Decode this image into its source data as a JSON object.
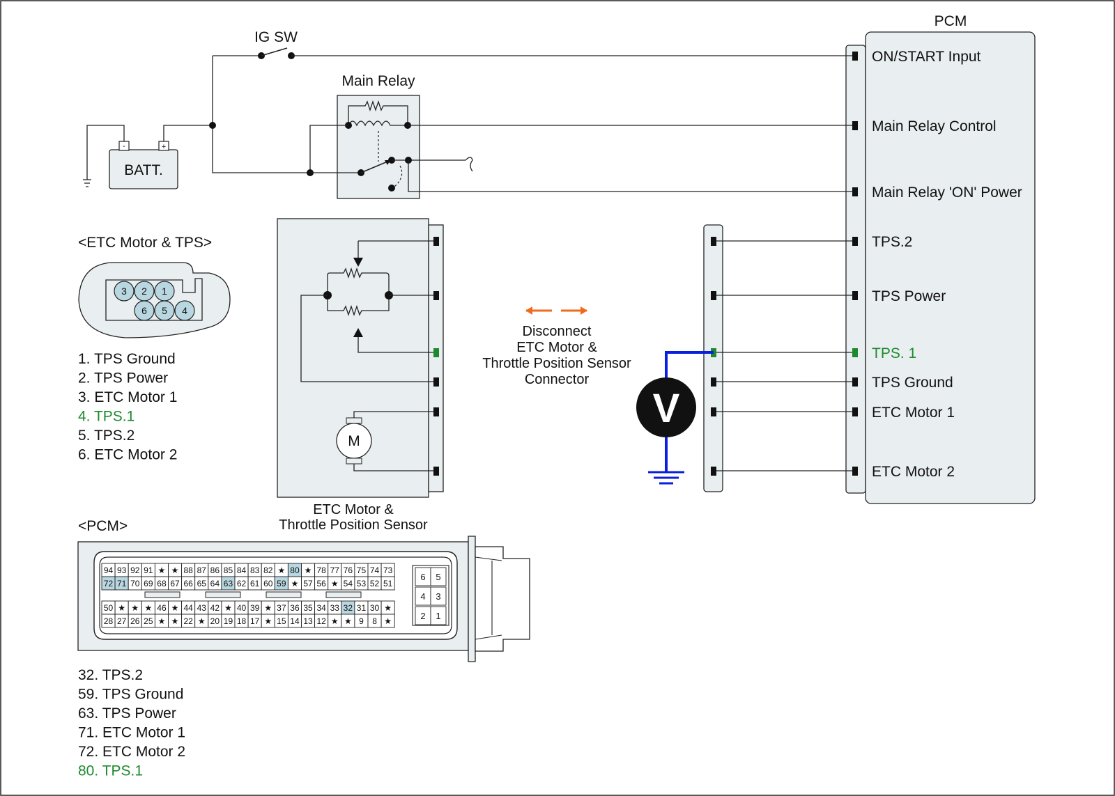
{
  "colors": {
    "panel": "#e9eef0",
    "pin_highlight": "#b9d7e0",
    "green": "#1e8a2e",
    "blue": "#0a1ee0",
    "orange": "#f06a1e"
  },
  "top": {
    "ig_sw": "IG SW",
    "main_relay": "Main Relay",
    "batt": "BATT.",
    "batt_minus": "-",
    "batt_plus": "+",
    "pcm_title": "PCM"
  },
  "pcm_pins": [
    {
      "label": "ON/START Input"
    },
    {
      "label": "Main Relay Control"
    },
    {
      "label": "Main Relay 'ON' Power"
    },
    {
      "label": "TPS.2"
    },
    {
      "label": "TPS Power"
    },
    {
      "label": "TPS. 1"
    },
    {
      "label": "TPS Ground"
    },
    {
      "label": "ETC Motor 1"
    },
    {
      "label": "ETC Motor 2"
    }
  ],
  "etc_section": {
    "title": "<ETC Motor & TPS>",
    "pins_top": [
      "3",
      "2",
      "1"
    ],
    "pins_bottom": [
      "6",
      "5",
      "4"
    ],
    "legend": [
      "1. TPS Ground",
      "2. TPS Power",
      "3. ETC Motor 1",
      "4. TPS.1",
      "5. TPS.2",
      "6. ETC Motor 2"
    ],
    "motor": "M",
    "caption_1": "ETC Motor &",
    "caption_2": "Throttle Position Sensor"
  },
  "disconnect": [
    "Disconnect",
    "ETC Motor &",
    "Throttle Position Sensor",
    "Connector"
  ],
  "voltmeter": "V",
  "pcm_section": {
    "title": "<PCM>",
    "row1": [
      "94",
      "93",
      "92",
      "91",
      "★",
      "★",
      "88",
      "87",
      "86",
      "85",
      "84",
      "83",
      "82",
      "★",
      "80",
      "★",
      "78",
      "77",
      "76",
      "75",
      "74",
      "73"
    ],
    "row2": [
      "72",
      "71",
      "70",
      "69",
      "68",
      "67",
      "66",
      "65",
      "64",
      "63",
      "62",
      "61",
      "60",
      "59",
      "★",
      "57",
      "56",
      "★",
      "54",
      "53",
      "52",
      "51"
    ],
    "row3": [
      "50",
      "★",
      "★",
      "★",
      "46",
      "★",
      "44",
      "43",
      "42",
      "★",
      "40",
      "39",
      "★",
      "37",
      "36",
      "35",
      "34",
      "33",
      "32",
      "31",
      "30",
      "★"
    ],
    "row4": [
      "28",
      "27",
      "26",
      "25",
      "★",
      "★",
      "22",
      "★",
      "20",
      "19",
      "18",
      "17",
      "★",
      "15",
      "14",
      "13",
      "12",
      "★",
      "★",
      "9",
      "8",
      "★"
    ],
    "aux": [
      "6",
      "5",
      "4",
      "3",
      "2",
      "1"
    ],
    "highlighted": [
      "80",
      "72",
      "71",
      "63",
      "59",
      "32"
    ],
    "legend": [
      "32. TPS.2",
      "59. TPS Ground",
      "63. TPS Power",
      "71. ETC Motor 1",
      "72. ETC Motor 2",
      "80. TPS.1"
    ]
  }
}
